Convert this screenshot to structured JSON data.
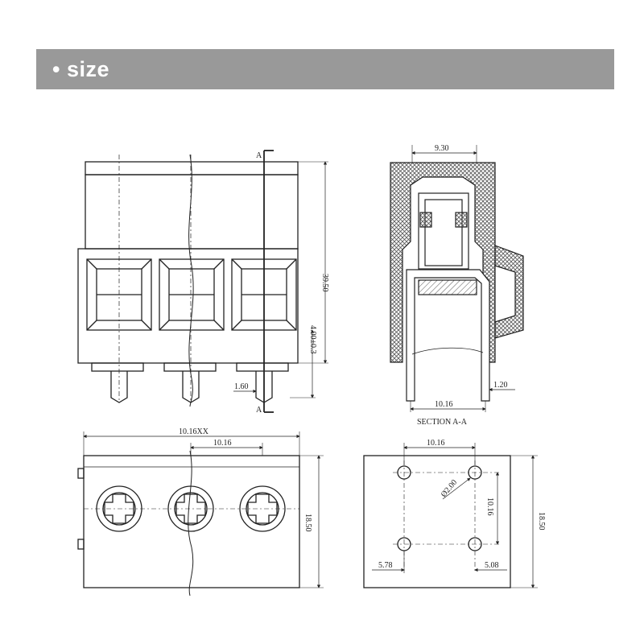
{
  "header": {
    "title": "• size"
  },
  "colors": {
    "banner": "#999999",
    "line": "#222222",
    "hatch": "#555555"
  },
  "front_view": {
    "section_mark_top": "A",
    "section_mark_bottom": "A",
    "dim_height": "39.50",
    "dim_pin_length": "4.00±0.3",
    "dim_pin_width": "1.60"
  },
  "section_view": {
    "dim_top_width": "9.30",
    "dim_pin_pitch": "10.16",
    "dim_pin_width": "1.20",
    "caption": "SECTION A-A"
  },
  "top_view": {
    "dim_overall": "10.16XX",
    "dim_pitch": "10.16",
    "dim_depth": "18.50"
  },
  "bottom_view": {
    "dim_pitch_x": "10.16",
    "dim_hole": "Ø2.00",
    "dim_pitch_y": "10.16",
    "dim_depth": "18.50",
    "dim_left": "5.78",
    "dim_right": "5.08"
  }
}
